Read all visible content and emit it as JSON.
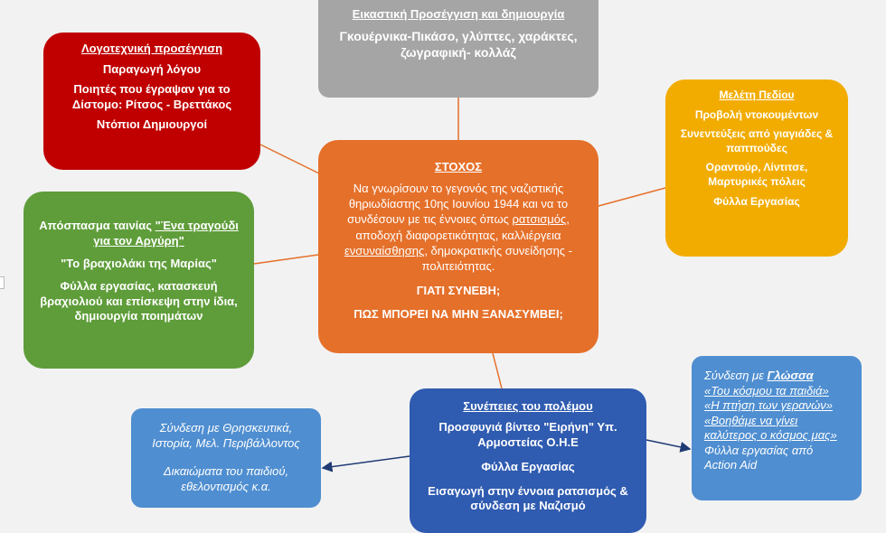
{
  "art": {
    "title": "Εικαστική Προσέγγιση και δημιουργία",
    "lines": [
      "Γκουέρνικα-Πικάσο, γλύπτες, χαράκτες, ζωγραφική- κολλάζ"
    ]
  },
  "literature": {
    "title": "Λογοτεχνική προσέγγιση",
    "lines": [
      "Παραγωγή λόγου",
      "Ποιητές που έγραψαν για το Δίστομο: Ρίτσος - Βρεττάκος",
      "Ντόπιοι Δημιουργοί"
    ]
  },
  "field": {
    "title": "Μελέτη Πεδίου",
    "lines": [
      "Προβολή ντοκουμέντων",
      "Συνεντεύξεις από γιαγιάδες & παππούδες",
      "Οραντούρ, Λίντιτσε, Μαρτυρικές πόλεις",
      "Φύλλα Εργασίας"
    ]
  },
  "film": {
    "prefix": "Απόσπασμα ταινίας ",
    "title_underlined": "\"Ένα τραγούδι για τον Αργύρη\"",
    "lines": [
      "\"Το βραχιολάκι της Μαρίας\"",
      "Φύλλα εργασίας, κατασκευή βραχιολιού και επίσκεψη στην ίδια, δημιουργία ποιημάτων"
    ]
  },
  "goal": {
    "title": "ΣΤΟΧΟΣ",
    "body_1": "Να γνωρίσουν το γεγονός της ναζιστικής θηριωδίαστης 10ης Ιουνίου 1944 και να το συνδέσουν με τις έννοιες όπως ",
    "body_u1": "ρατσισμός",
    "body_2": ", αποδοχή διαφορετικότητας, καλλιέργεια ",
    "body_u2": "ενσυναίσθησης",
    "body_3": ", δημοκρατικής συνείδησης - πολιτειότητας.",
    "q1": "ΓΙΑΤΙ ΣΥΝΕΒΗ;",
    "q2": "ΠΩΣ ΜΠΟΡΕΙ ΝΑ ΜΗΝ ΞΑΝΑΣΥΜΒΕΙ;"
  },
  "war": {
    "title": "Συνέπειες του πολέμου",
    "lines": [
      "Προσφυγιά βίντεο \"Ειρήνη\" Υπ. Αρμοστείας Ο.Η.Ε",
      "Φύλλα Εργασίας",
      "Εισαγωγή στην έννοια ρατσισμός & σύνδεση με Ναζισμό"
    ]
  },
  "religion": {
    "lines": [
      "Σύνδεση με Θρησκευτικά, Ιστορία, Μελ. Περιβάλλοντος",
      "Δικαιώματα του παιδιού, εθελοντισμός κ.α."
    ]
  },
  "language": {
    "prefix": "Σύνδεση με ",
    "bold_link": "Γλώσσα",
    "links": [
      "«Του κόσμου τα παιδιά»",
      "«Η πτήση των γερανών»",
      "«Βοηθάμε να γίνει καλύτερος ο κόσμος μας»"
    ],
    "tail": [
      "Φύλλα εργασίας από",
      "Action  Aid"
    ]
  },
  "colors": {
    "gray": "#a5a5a5",
    "red": "#c00000",
    "yellow": "#f2ac00",
    "green": "#5f9d3a",
    "orange": "#e5702a",
    "navy": "#2f5bb0",
    "light_blue": "#4f8ed0",
    "connector": "#e5702a"
  }
}
